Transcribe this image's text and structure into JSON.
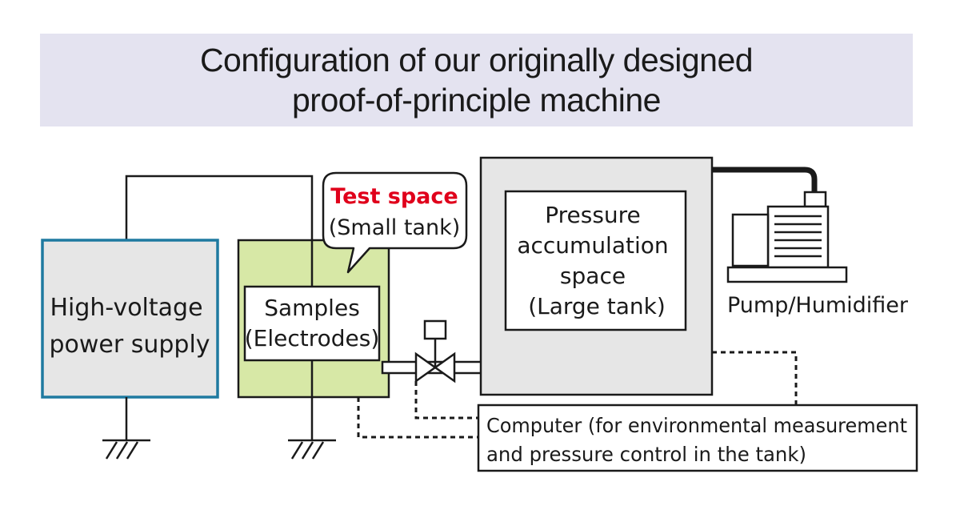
{
  "title": {
    "line1": "Configuration of our originally designed",
    "line2": "proof-of-principle machine"
  },
  "power_supply": {
    "line1": "High-voltage",
    "line2": "power supply"
  },
  "samples": {
    "line1": "Samples",
    "line2": "(Electrodes)"
  },
  "callout": {
    "line1": "Test space",
    "line2": "(Small tank)"
  },
  "large_tank": {
    "line1": "Pressure",
    "line2": "accumulation",
    "line3": "space",
    "line4": "(Large tank)"
  },
  "pump": {
    "label": "Pump/Humidifier"
  },
  "computer": {
    "line1": "Computer (for environmental measurement",
    "line2": "and pressure control in the tank)"
  },
  "colors": {
    "title_bg": "#e4e3f0",
    "power_supply_border": "#1f7aa0",
    "power_supply_fill": "#e6e6e6",
    "test_space_fill": "#d7e8a6",
    "test_space_label": "#e0001b",
    "tank_fill": "#e6e6e6"
  }
}
